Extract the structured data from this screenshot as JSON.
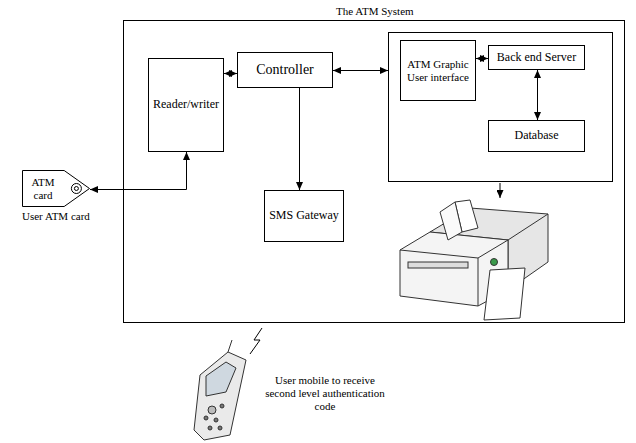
{
  "diagram": {
    "nodes": [
      {
        "text": [
          "The ATM System"
        ]
      },
      {
        "text": [
          "Reader/writer"
        ],
        "in": 0
      },
      {
        "text": [
          "Controller"
        ],
        "in": 0
      },
      {
        "text": [],
        "in": 0
      },
      {
        "text": [
          "ATM Graphic User interface"
        ],
        "in": 3
      },
      {
        "text": [
          "Back end Server"
        ],
        "in": 3
      },
      {
        "text": [
          "Database"
        ],
        "in": 3
      },
      {
        "text": [
          "SMS Gateway"
        ],
        "in": 0
      },
      {
        "text": [
          "ATM card",
          "User ATM card"
        ]
      }
    ],
    "edges": [
      {
        "from": 8,
        "to": 1,
        "arrow": "both"
      },
      {
        "from": 1,
        "to": 2,
        "arrow": "both"
      },
      {
        "from": 2,
        "to": 3,
        "arrow": "both"
      },
      {
        "from": 2,
        "to": 7,
        "arrow": "to"
      },
      {
        "from": 4,
        "to": 5,
        "arrow": "both"
      },
      {
        "from": 5,
        "to": 6,
        "arrow": "both"
      }
    ],
    "labels": [
      "User mobile to receive second level authentication code"
    ]
  }
}
